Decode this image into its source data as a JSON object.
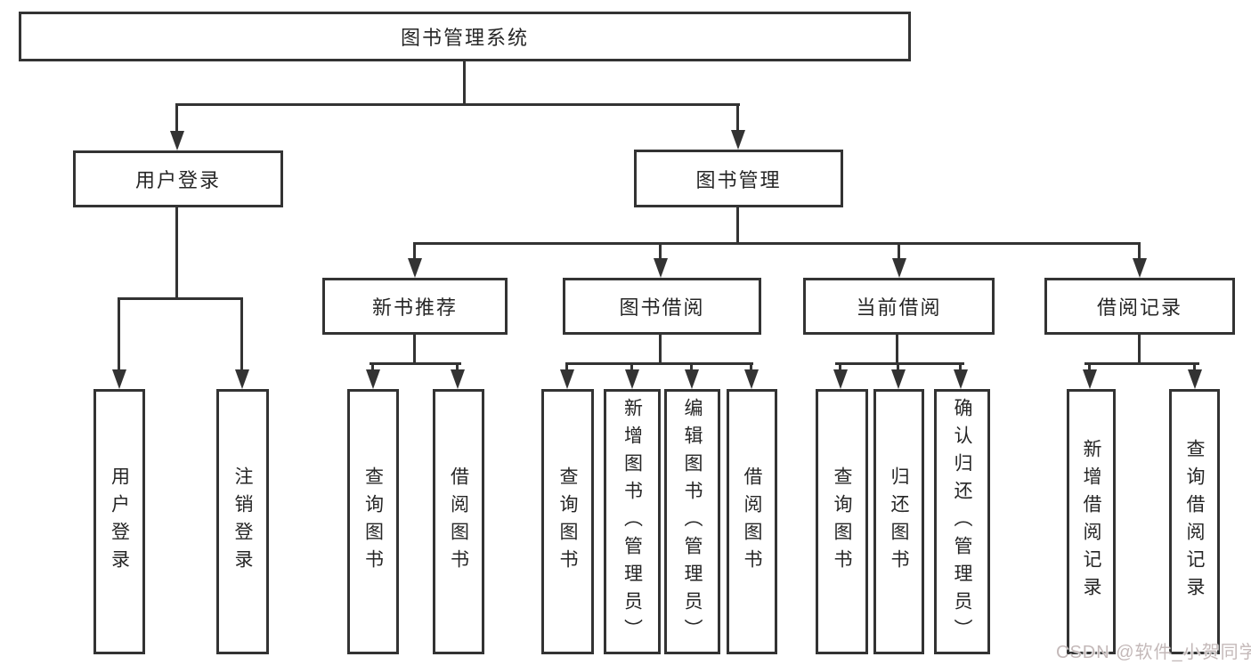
{
  "tree": {
    "root": {
      "label": "图书管理系统",
      "children": [
        {
          "label": "用户登录",
          "children": [
            {
              "label": "用户登录"
            },
            {
              "label": "注销登录"
            }
          ]
        },
        {
          "label": "图书管理",
          "children": [
            {
              "label": "新书推荐",
              "children": [
                {
                  "label": "查询图书"
                },
                {
                  "label": "借阅图书"
                }
              ]
            },
            {
              "label": "图书借阅",
              "children": [
                {
                  "label": "查询图书"
                },
                {
                  "label": "新增图书（管理员）"
                },
                {
                  "label": "编辑图书（管理员）"
                },
                {
                  "label": "借阅图书"
                }
              ]
            },
            {
              "label": "当前借阅",
              "children": [
                {
                  "label": "查询图书"
                },
                {
                  "label": "归还图书"
                },
                {
                  "label": "确认归还（管理员）"
                }
              ]
            },
            {
              "label": "借阅记录",
              "children": [
                {
                  "label": "新增借阅记录"
                },
                {
                  "label": "查询借阅记录"
                }
              ]
            }
          ]
        }
      ]
    }
  },
  "watermark": {
    "text": "CSDN @软件_小贺同学"
  },
  "colors": {
    "line": "#333333",
    "text": "#262626",
    "background": "#ffffff",
    "watermark": "#c4b9b9"
  }
}
